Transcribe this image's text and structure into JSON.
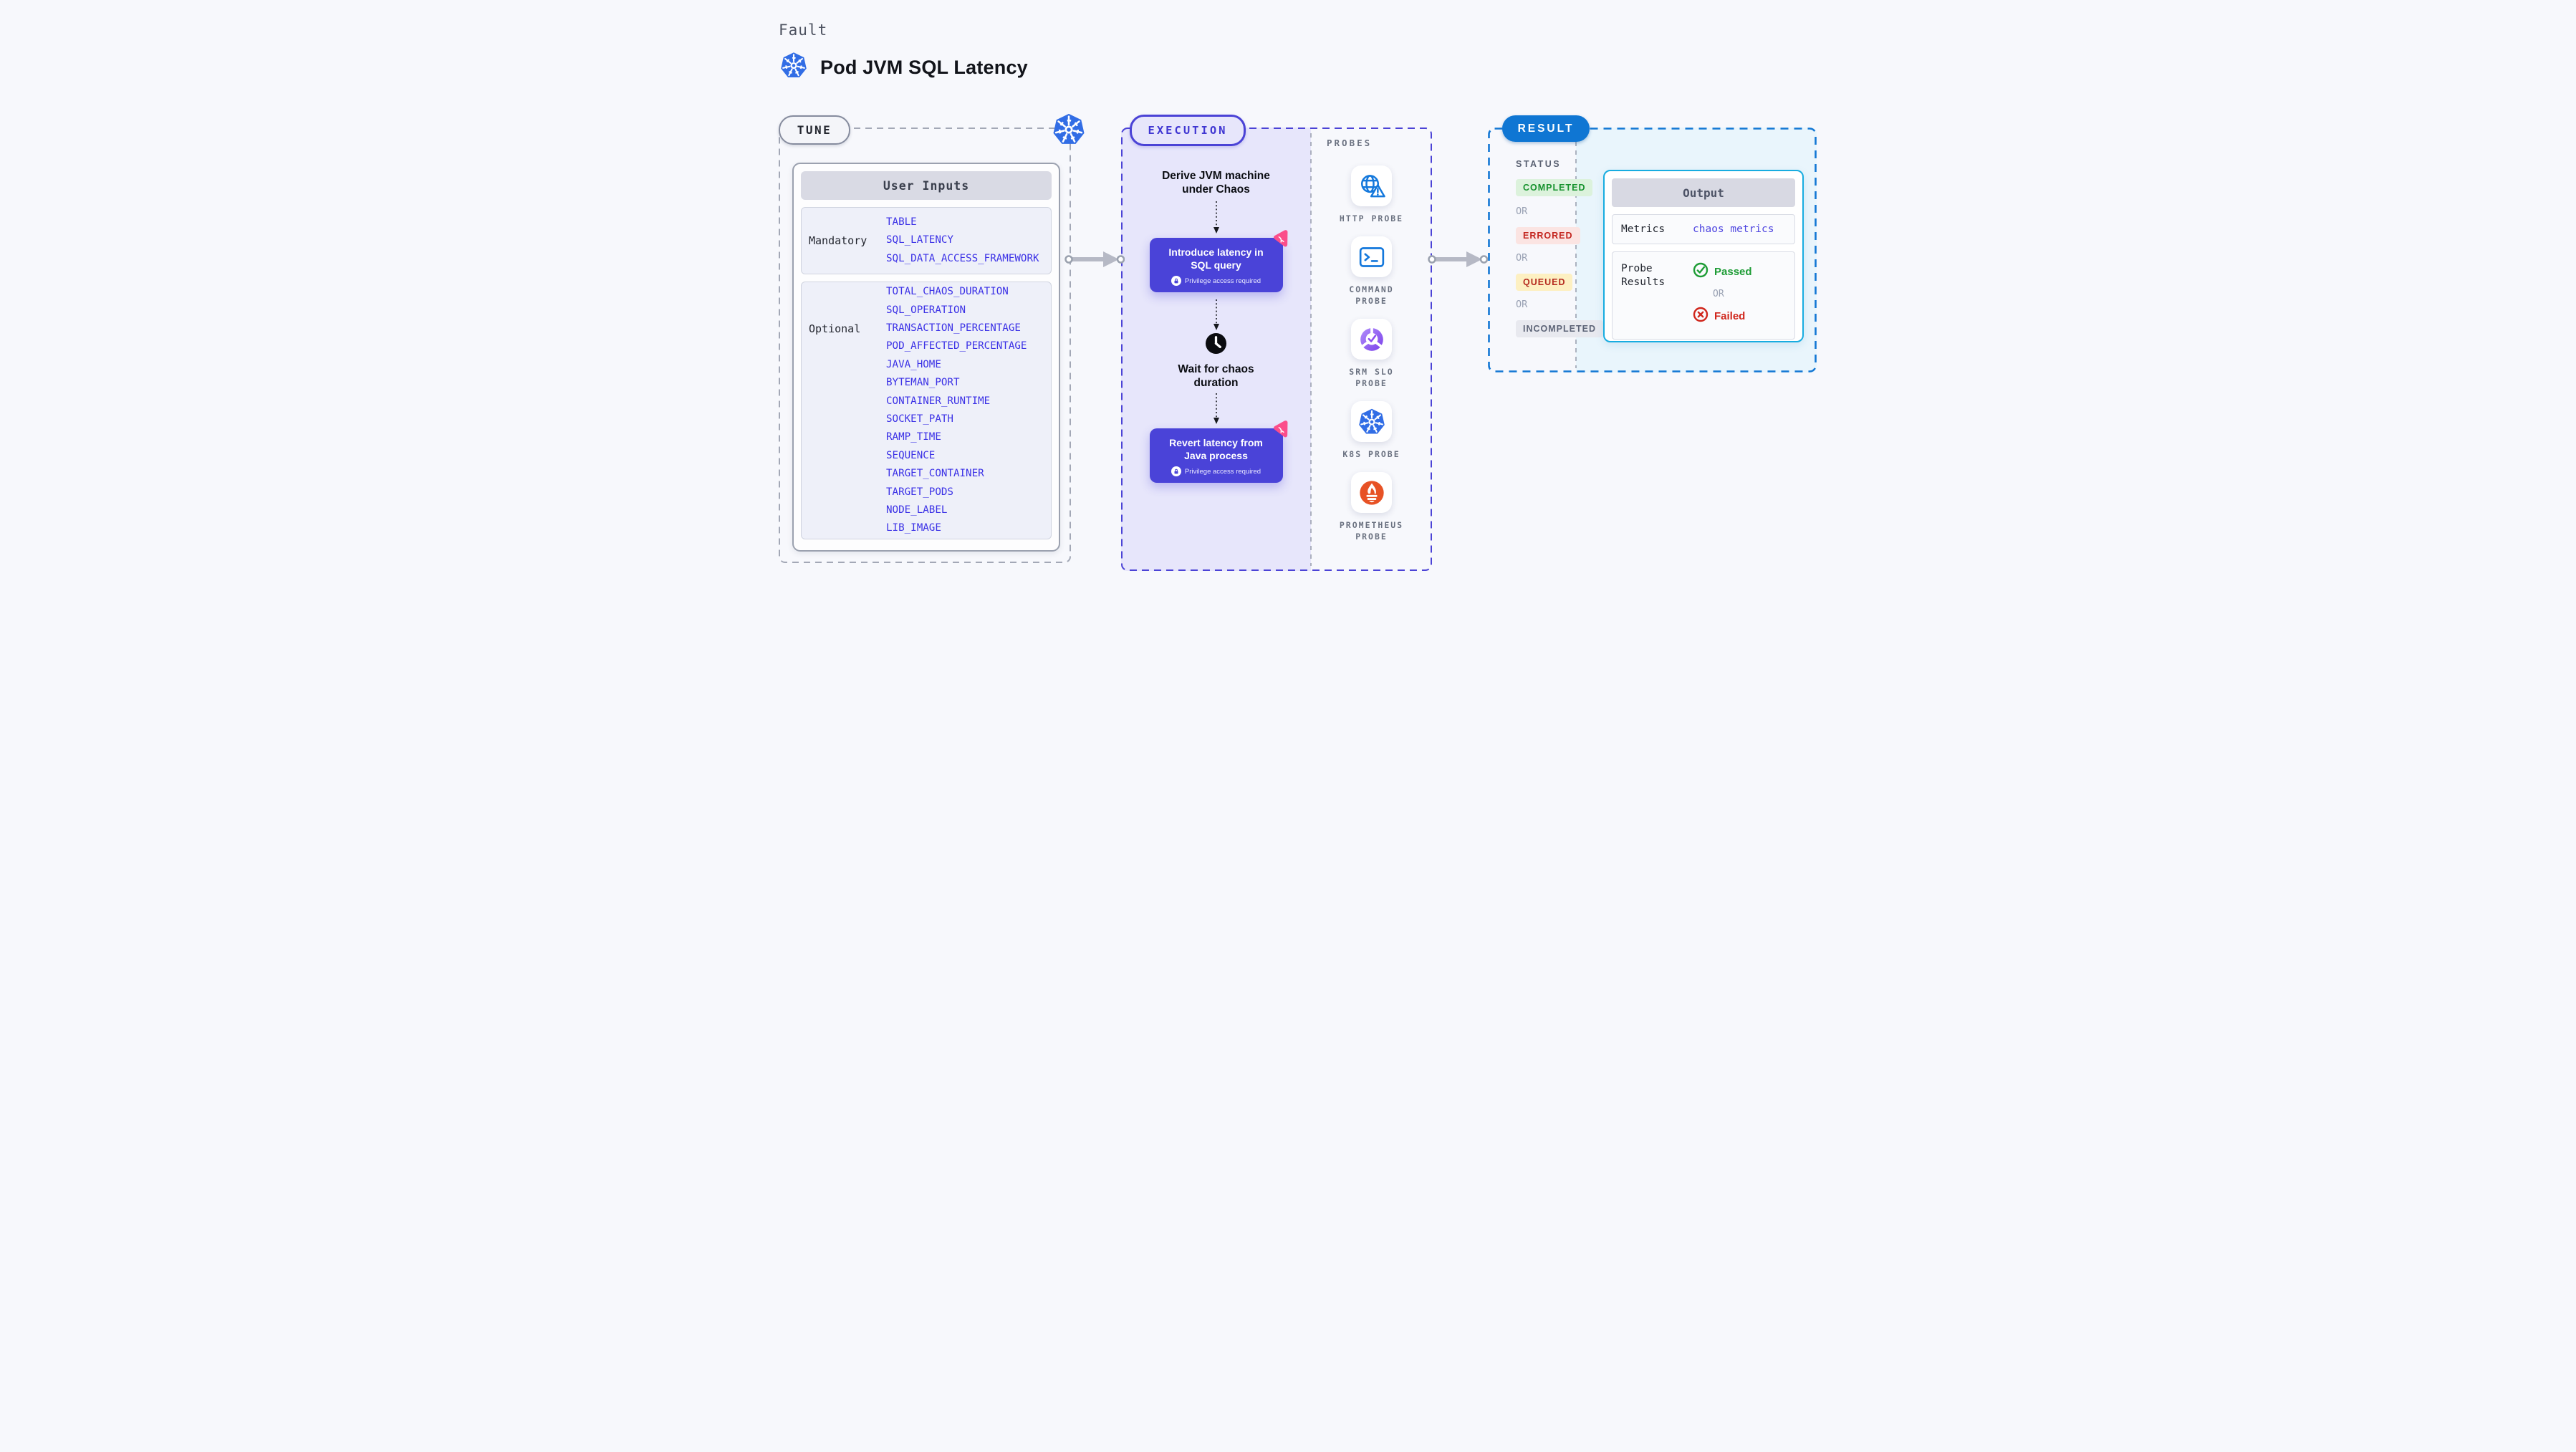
{
  "header": {
    "kicker": "Fault",
    "title": "Pod JVM SQL Latency"
  },
  "tune": {
    "badge": "TUNE",
    "user_inputs": {
      "header": "User Inputs",
      "mandatory_label": "Mandatory",
      "mandatory_items": [
        "TABLE",
        "SQL_LATENCY",
        "SQL_DATA_ACCESS_FRAMEWORK"
      ],
      "optional_label": "Optional",
      "optional_items": [
        "TOTAL_CHAOS_DURATION",
        "SQL_OPERATION",
        "TRANSACTION_PERCENTAGE",
        "POD_AFFECTED_PERCENTAGE",
        "JAVA_HOME",
        "BYTEMAN_PORT",
        "CONTAINER_RUNTIME",
        "SOCKET_PATH",
        "RAMP_TIME",
        "SEQUENCE",
        "TARGET_CONTAINER",
        "TARGET_PODS",
        "NODE_LABEL",
        "LIB_IMAGE"
      ]
    }
  },
  "execution": {
    "badge": "EXECUTION",
    "step_derive": "Derive JVM machine\nunder Chaos",
    "action_introduce": "Introduce latency in\nSQL query",
    "privilege_note": "Privilege access required",
    "step_wait": "Wait for chaos\nduration",
    "action_revert": "Revert latency from\nJava process"
  },
  "probes": {
    "label": "PROBES",
    "items": [
      "HTTP PROBE",
      "COMMAND\nPROBE",
      "SRM SLO\nPROBE",
      "K8S PROBE",
      "PROMETHEUS\nPROBE"
    ]
  },
  "result": {
    "badge": "RESULT",
    "status_label": "STATUS",
    "or_label": "OR",
    "statuses": {
      "completed": "COMPLETED",
      "errored": "ERRORED",
      "queued": "QUEUED",
      "incompleted": "INCOMPLETED"
    },
    "output": {
      "header": "Output",
      "metrics_label": "Metrics",
      "metrics_value": "chaos metrics",
      "probe_results_label": "Probe\nResults",
      "passed": "Passed",
      "or_label": "OR",
      "failed": "Failed"
    }
  },
  "colors": {
    "page_bg": "#f7f8fc",
    "indigo_border": "#4b43d6",
    "indigo_action": "#4a43d8",
    "lavender_fill": "#e7e6fb",
    "param_blue": "#3b31e6",
    "result_blue": "#0f76d3",
    "cyan_border": "#17ace0",
    "cyan_fill": "#e9f5fc",
    "completed_green": "#17922e",
    "errored_red": "#c3251f",
    "queued_yellow_bg": "#fdf0c2",
    "incompleted_gray": "#5d6477",
    "passed_green": "#1d9c35",
    "failed_red": "#d0261c",
    "kubernetes_blue": "#316de5",
    "prometheus_orange": "#e75225",
    "litmus_pink": "#fb4d8a"
  }
}
